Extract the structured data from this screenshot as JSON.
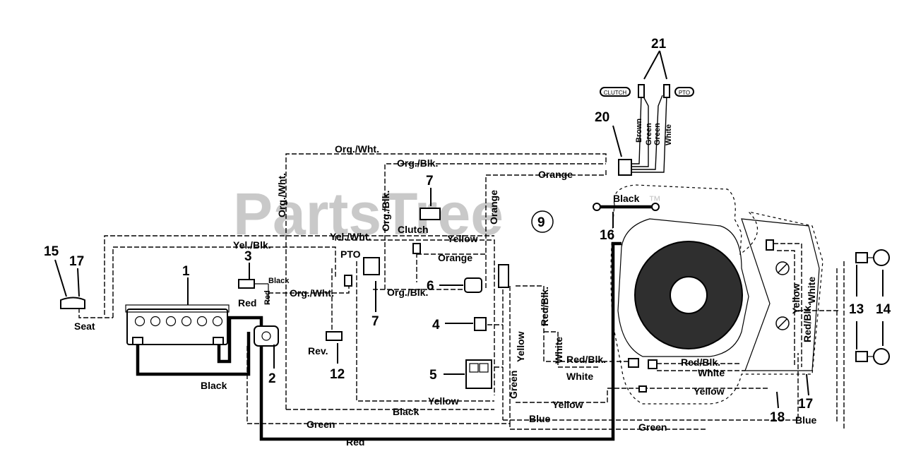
{
  "watermark": {
    "text": "PartsTree",
    "mark": "™"
  },
  "callouts": {
    "c1": "1",
    "c2": "2",
    "c3": "3",
    "c4": "4",
    "c5": "5",
    "c6": "6",
    "c7a": "7",
    "c7b": "7",
    "c9": "9",
    "c12": "12",
    "c13": "13",
    "c14": "14",
    "c15": "15",
    "c16": "16",
    "c17a": "17",
    "c17b": "17",
    "c18": "18",
    "c20": "20",
    "c21": "21"
  },
  "labels": {
    "clutch_tag": "CLUTCH",
    "pto_tag": "PTO",
    "seat": "Seat",
    "pto": "PTO",
    "clutch": "Clutch",
    "rev": "Rev."
  },
  "wires": {
    "org_wht_top": "Org./Wht.",
    "org_blk_top": "Org./Blk.",
    "orange_top": "Orange",
    "org_wht_vert": "Org./Wht.",
    "org_blk_vert": "Org./Blk.",
    "orange_vert": "Orange",
    "brown": "Brown",
    "green_20": "Green",
    "green_20b": "Green",
    "white_20": "White",
    "black_16": "Black",
    "yel_wht": "Yel./Wht.",
    "yel_blk": "Yel./Blk.",
    "yellow_top": "Yellow",
    "orange_mid": "Orange",
    "black_3": "Black",
    "red_3": "Red",
    "red_batt": "Red",
    "org_wht_mid": "Org./Wht.",
    "org_blk_mid": "Org./Blk.",
    "red_blk_vert": "Red/Blk.",
    "white_vert": "White",
    "yellow_vert": "Yellow",
    "green_vert": "Green",
    "red_blk_mid": "Red/Blk.",
    "white_mid": "White",
    "red_blk_right": "Red/Blk.",
    "white_right": "White",
    "yellow_engine": "Yellow",
    "white_engine": "White",
    "red_blk_engine": "Red/Blk.",
    "yellow_bottom_right": "Yellow",
    "yellow_bottom": "Yellow",
    "yellow_bottom2": "Yellow",
    "black_bottom": "Black",
    "black_batt": "Black",
    "blue_bottom": "Blue",
    "blue_right": "Blue",
    "green_bottom": "Green",
    "green_bottom_right": "Green",
    "red_bottom": "Red"
  }
}
